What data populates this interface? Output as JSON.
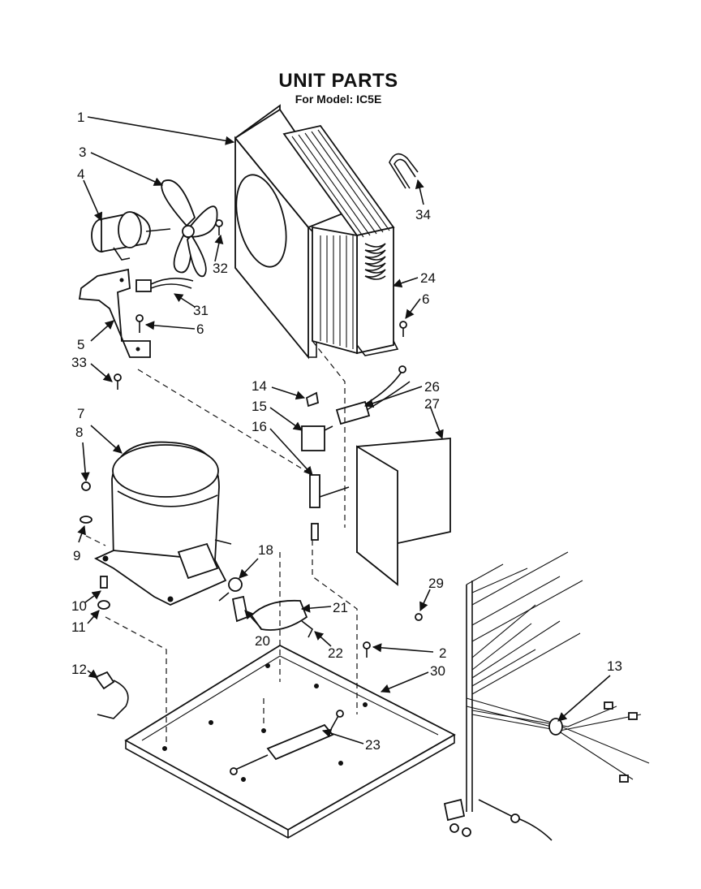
{
  "header": {
    "title": "UNIT PARTS",
    "subtitle": "For Model: IC5E"
  },
  "callouts": [
    {
      "id": "c1",
      "label": "1"
    },
    {
      "id": "c2",
      "label": "2"
    },
    {
      "id": "c3",
      "label": "3"
    },
    {
      "id": "c4",
      "label": "4"
    },
    {
      "id": "c5",
      "label": "5"
    },
    {
      "id": "c6a",
      "label": "6"
    },
    {
      "id": "c6b",
      "label": "6"
    },
    {
      "id": "c7",
      "label": "7"
    },
    {
      "id": "c8",
      "label": "8"
    },
    {
      "id": "c9",
      "label": "9"
    },
    {
      "id": "c10",
      "label": "10"
    },
    {
      "id": "c11",
      "label": "11"
    },
    {
      "id": "c12",
      "label": "12"
    },
    {
      "id": "c13",
      "label": "13"
    },
    {
      "id": "c14",
      "label": "14"
    },
    {
      "id": "c15",
      "label": "15"
    },
    {
      "id": "c16",
      "label": "16"
    },
    {
      "id": "c18",
      "label": "18"
    },
    {
      "id": "c20",
      "label": "20"
    },
    {
      "id": "c21",
      "label": "21"
    },
    {
      "id": "c22",
      "label": "22"
    },
    {
      "id": "c23",
      "label": "23"
    },
    {
      "id": "c24",
      "label": "24"
    },
    {
      "id": "c26",
      "label": "26"
    },
    {
      "id": "c27",
      "label": "27"
    },
    {
      "id": "c29",
      "label": "29"
    },
    {
      "id": "c30",
      "label": "30"
    },
    {
      "id": "c31",
      "label": "31"
    },
    {
      "id": "c32",
      "label": "32"
    },
    {
      "id": "c33",
      "label": "33"
    },
    {
      "id": "c34",
      "label": "34"
    }
  ]
}
